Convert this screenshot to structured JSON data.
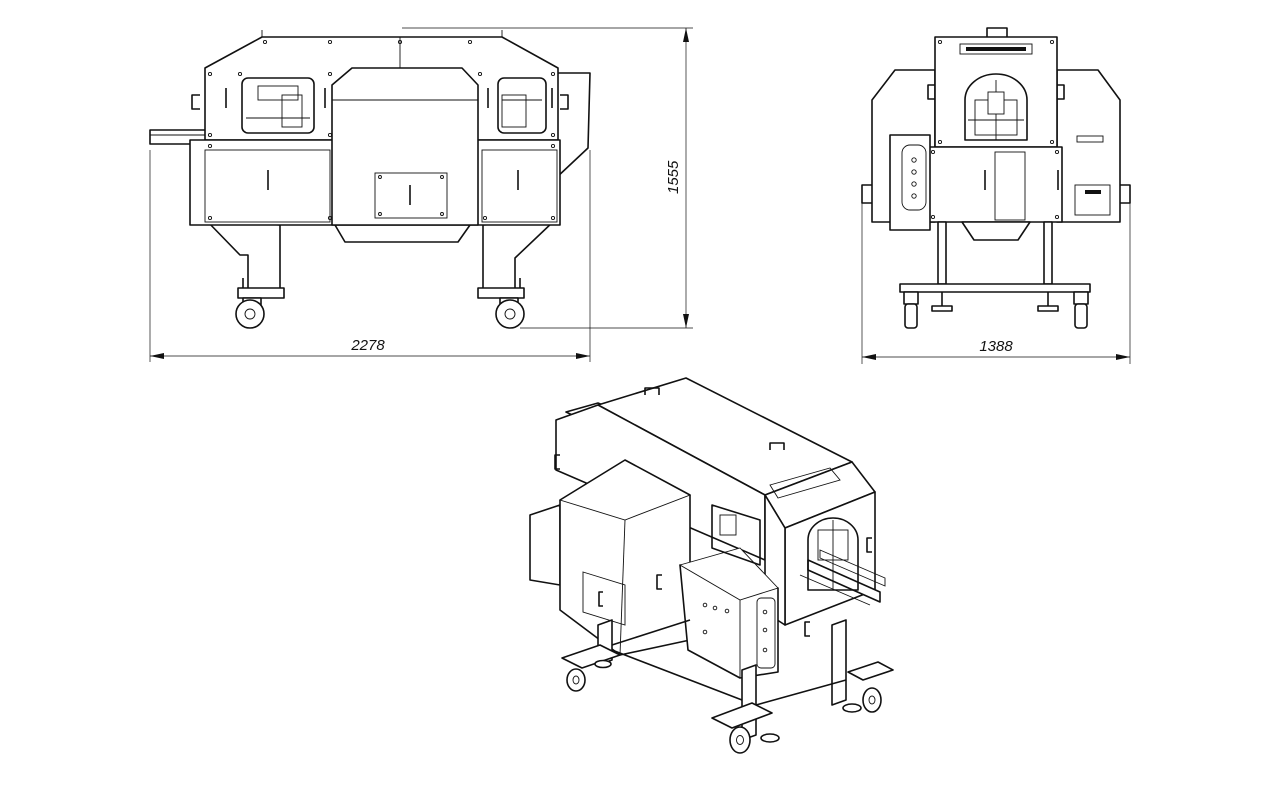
{
  "drawing": {
    "views": [
      "side-view",
      "front-view",
      "isometric-view"
    ],
    "dimensions": {
      "side_length": "2278",
      "height": "1555",
      "front_width": "1388"
    }
  }
}
